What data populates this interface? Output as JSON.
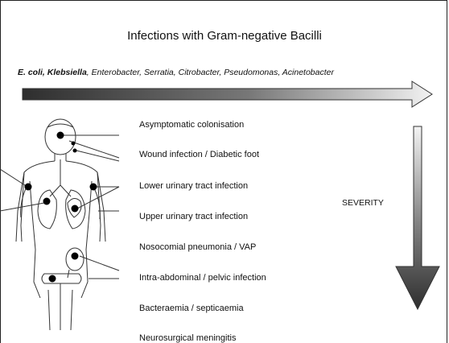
{
  "title": "Infections with Gram-negative Bacilli",
  "organisms": {
    "bold": "E. coli, Klebsiella",
    "rest": ", Enterobacter, Serratia, Citrobacter, Pseudomonas, Acinetobacter"
  },
  "infections": [
    "Asymptomatic colonisation",
    "Wound infection / Diabetic foot",
    "Lower urinary tract infection",
    "Upper urinary tract infection",
    "Nosocomial pneumonia / VAP",
    "Intra-abdominal / pelvic infection",
    "Bacteraemia / septicaemia",
    "Neurosurgical meningitis"
  ],
  "severity_label": "SEVERITY",
  "colors": {
    "arrow_dark": "#3a3a3a",
    "arrow_light": "#e8e8e8",
    "line": "#222222"
  }
}
